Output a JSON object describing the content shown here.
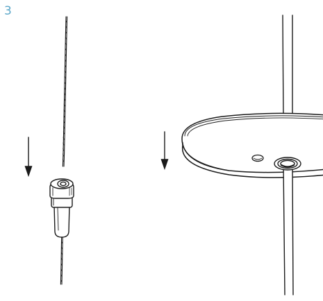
{
  "step": {
    "number": "3"
  },
  "colors": {
    "step_number": "#5aa6c8",
    "line_art": "#1a1a1a",
    "background": "#ffffff"
  },
  "illustration": {
    "left_panel": {
      "items": [
        "wire-cable",
        "down-arrow-icon",
        "cable-gripper"
      ]
    },
    "right_panel": {
      "items": [
        "down-arrow-icon",
        "ceiling-canopy",
        "canopy-small-hole",
        "canopy-grommet",
        "suspension-rod"
      ]
    }
  }
}
